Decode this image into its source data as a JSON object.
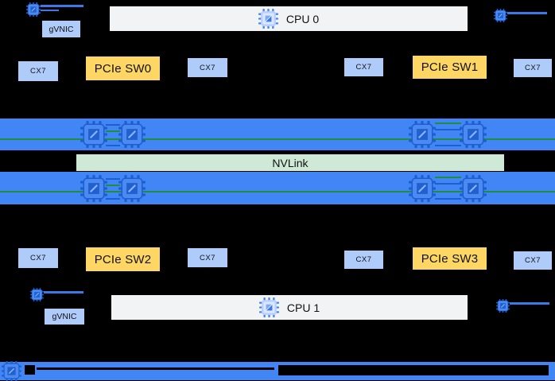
{
  "labels": {
    "cpu0": "CPU 0",
    "cpu1": "CPU 1",
    "nvlink": "NVLink",
    "gvnic_top": "gVNIC",
    "gvnic_bottom": "gVNIC",
    "pcie_sw0": "PCIe SW0",
    "pcie_sw1": "PCIe SW1",
    "pcie_sw2": "PCIe SW2",
    "pcie_sw3": "PCIe SW3",
    "cx7": [
      "CX7",
      "CX7",
      "CX7",
      "CX7",
      "CX7",
      "CX7",
      "CX7",
      "CX7"
    ]
  },
  "icons": {
    "cpu_icon": "cpu-chip-icon",
    "gpu_icon": "gpu-chip-icon",
    "nic_icon": "nic-chip-icon"
  },
  "colors": {
    "bg": "#000000",
    "bar-blue": "#4285F4",
    "chip-dark": "#1D5FD0",
    "light-blue": "#AECBFA",
    "yellow": "#FDD663",
    "nvlink-green": "#CEEAD6",
    "line-green": "#1E8E3E",
    "cpu-grey": "#F2F3F4",
    "link-blue": "#3B78E8"
  }
}
